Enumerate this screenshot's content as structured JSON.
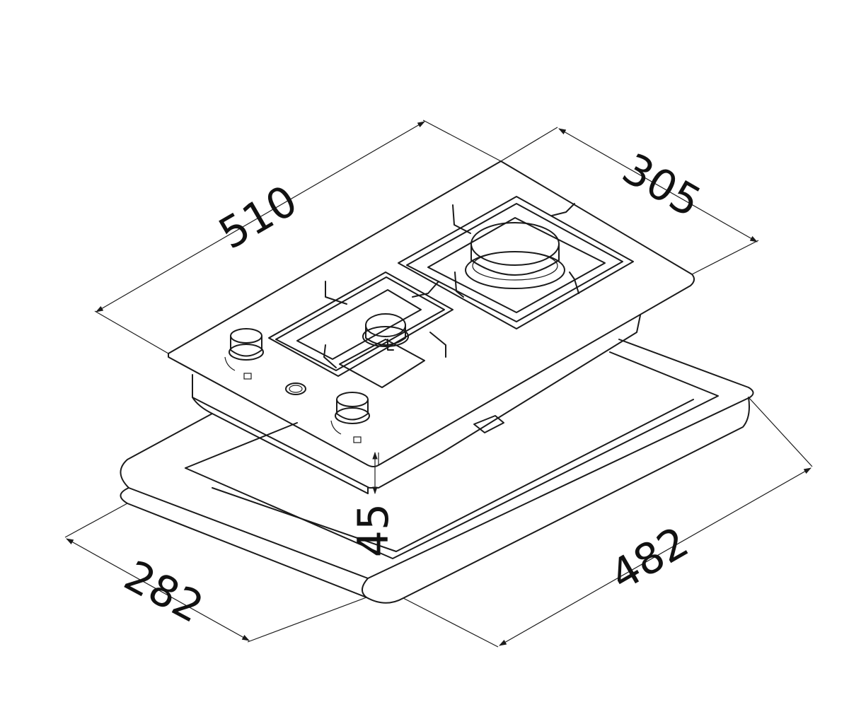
{
  "dimensions": {
    "width": "510",
    "depth": "305",
    "height": "45",
    "cutout_width": "482",
    "cutout_depth": "282"
  }
}
